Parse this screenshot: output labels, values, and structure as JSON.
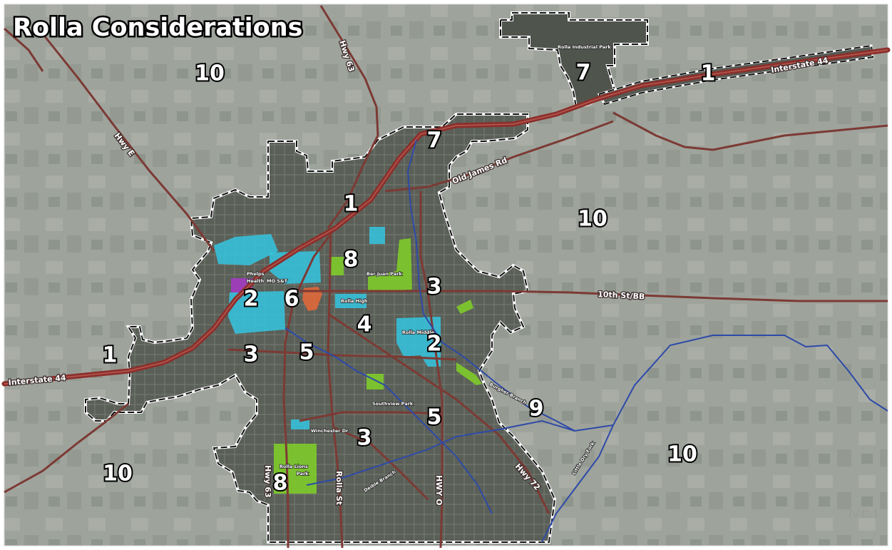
{
  "title": "Rolla Considerations",
  "page_ref": "IV.C.1",
  "colors": {
    "rural_background": "#9ea39c",
    "city_area": "#5b6058",
    "road": "#7c3a34",
    "interstate": "#8c2f2b",
    "stream": "#2e4aa8",
    "park": "#7ecb2a",
    "school": "#35c6e0",
    "hospital": "#a33bc0",
    "downtown": "#e0683a",
    "boundary": "#111111"
  },
  "road_labels": {
    "hwy_e": "Hwy E",
    "hwy_63_north": "Hwy 63",
    "interstate_44_east": "Interstate 44",
    "interstate_44_west": "Interstate 44",
    "old_james_rd": "Old James Rd",
    "tenth_st_bb": "10th St/BB",
    "hwy_63_south": "Hwy 63",
    "rolla_st": "Rolla St",
    "hwy_o": "HWY O",
    "hwy_72": "Hwy 72",
    "winchester_dr": "Winchester Dr"
  },
  "place_labels": {
    "industrial_park": "Rolla Industrial Park",
    "phelps_health_1": "Phelps",
    "phelps_health_2": "Health",
    "mo_st": "MO S&T",
    "ber_juan_park": "Ber Juan Park",
    "rolla_high": "Rolla High",
    "rolla_middle": "Rolla Middle",
    "southview_park": "Southview Park",
    "rolla_lions_1": "Rolla Lions",
    "rolla_lions_2": "Park",
    "burgher_branch": "Burgher Branch",
    "little_dry_fork": "Little Dry Fork",
    "deible_branch": "Deible Branch"
  },
  "consideration_markers": [
    {
      "id": "10-nw",
      "label": "10"
    },
    {
      "id": "7-north",
      "label": "7"
    },
    {
      "id": "1-east",
      "label": "1"
    },
    {
      "id": "7-center",
      "label": "7"
    },
    {
      "id": "10-east",
      "label": "10"
    },
    {
      "id": "1-center",
      "label": "1"
    },
    {
      "id": "8-center",
      "label": "8"
    },
    {
      "id": "3-east",
      "label": "3"
    },
    {
      "id": "2-west",
      "label": "2"
    },
    {
      "id": "6-downtown",
      "label": "6"
    },
    {
      "id": "4-center",
      "label": "4"
    },
    {
      "id": "2-east",
      "label": "2"
    },
    {
      "id": "1-west",
      "label": "1"
    },
    {
      "id": "3-west",
      "label": "3"
    },
    {
      "id": "5-center",
      "label": "5"
    },
    {
      "id": "9-branch",
      "label": "9"
    },
    {
      "id": "5-south",
      "label": "5"
    },
    {
      "id": "3-south",
      "label": "3"
    },
    {
      "id": "10-southeast",
      "label": "10"
    },
    {
      "id": "10-southwest",
      "label": "10"
    },
    {
      "id": "8-south",
      "label": "8"
    }
  ]
}
